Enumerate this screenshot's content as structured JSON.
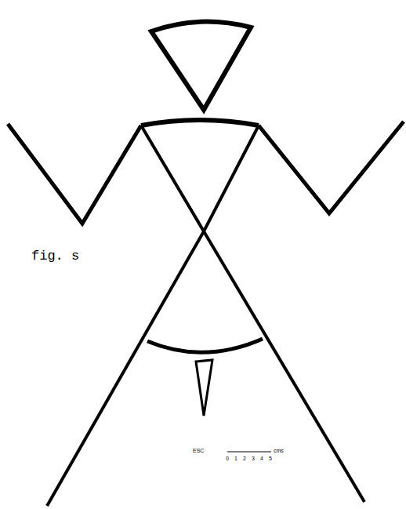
{
  "diagram": {
    "labels": [
      "fig. s",
      "ESC",
      "0",
      "1",
      "2",
      "3",
      "4",
      "5",
      "cms"
    ]
  }
}
